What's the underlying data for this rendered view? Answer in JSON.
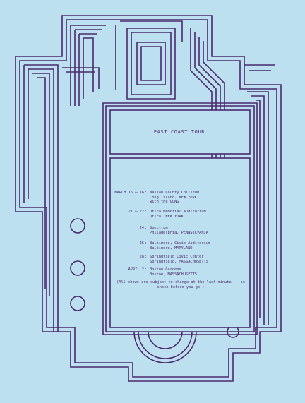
{
  "poster": {
    "title": "EAST COAST TOUR",
    "schedule": [
      {
        "date": "MARCH 15 & 16",
        "lines": [
          "Nassau County Coliseum",
          "Long Island, NEW YORK",
          "with the GONG"
        ]
      },
      {
        "date": "21 & 22",
        "lines": [
          "Utica Memorial Auditorium",
          "Utica, NEW YORK"
        ]
      },
      {
        "date": "24",
        "lines": [
          "Spectrum",
          "Philadelphia, PENNSYLVANIA"
        ]
      },
      {
        "date": "26",
        "lines": [
          "Baltimore, Civic Auditorium",
          "Baltimore, MARYLAND"
        ]
      },
      {
        "date": "28",
        "lines": [
          "Springfield Civic Center",
          "Springfield, MASSACHUSETTS"
        ]
      },
      {
        "date": "APRIL    2",
        "lines": [
          "Boston Gardens",
          "Boston, MASSACHUSETTS"
        ]
      }
    ],
    "footer": "(All shows are subject to change at the last minute -- so check before you go!)",
    "colors": {
      "background": "#bde0f0",
      "ink": "#4a2a6e"
    }
  }
}
